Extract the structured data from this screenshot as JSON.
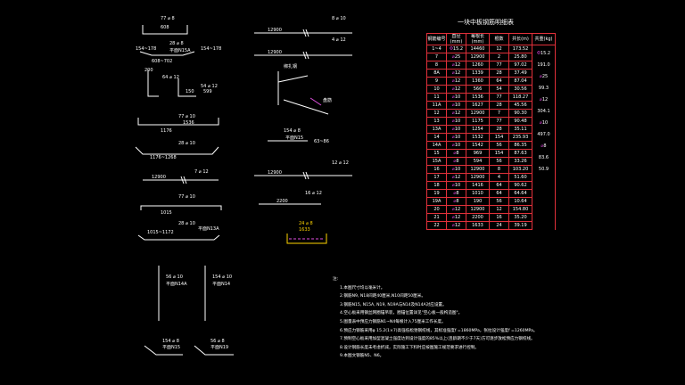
{
  "title": "一块中板钢筋明细表",
  "table": {
    "headers": [
      "钢筋编号",
      "直径(mm)",
      "每根长(mm)",
      "根数",
      "共长(m)",
      "共重(kg)"
    ],
    "rows": [
      [
        "1~4",
        "15.2",
        "14460",
        "12",
        "173.52"
      ],
      [
        "7",
        "25",
        "12900",
        "2",
        "25.80"
      ],
      [
        "8",
        "12",
        "1260",
        "77",
        "97.02"
      ],
      [
        "8A",
        "12",
        "1339",
        "28",
        "37.49"
      ],
      [
        "9",
        "12",
        "1360",
        "64",
        "87.04"
      ],
      [
        "10",
        "12",
        "566",
        "54",
        "30.56"
      ],
      [
        "11",
        "10",
        "1536",
        "77",
        "118.27"
      ],
      [
        "11A",
        "10",
        "1627",
        "28",
        "45.56"
      ],
      [
        "12",
        "12",
        "12900",
        "7",
        "90.30"
      ],
      [
        "13",
        "10",
        "1175",
        "77",
        "90.48"
      ],
      [
        "13A",
        "10",
        "1254",
        "28",
        "35.11"
      ],
      [
        "14",
        "10",
        "1532",
        "154",
        "235.93"
      ],
      [
        "14A",
        "10",
        "1542",
        "56",
        "86.35"
      ],
      [
        "15",
        "8",
        "969",
        "154",
        "87.63"
      ],
      [
        "15A",
        "8",
        "594",
        "56",
        "33.26"
      ],
      [
        "16",
        "10",
        "12900",
        "8",
        "103.20"
      ],
      [
        "17",
        "12",
        "12900",
        "4",
        "51.60"
      ],
      [
        "18",
        "10",
        "1416",
        "64",
        "90.62"
      ],
      [
        "19",
        "8",
        "1010",
        "64",
        "64.64"
      ],
      [
        "19A",
        "8",
        "190",
        "56",
        "10.64"
      ],
      [
        "20",
        "12",
        "12900",
        "12",
        "154.80"
      ],
      [
        "21",
        "12",
        "2200",
        "16",
        "35.20"
      ],
      [
        "22",
        "12",
        "1633",
        "24",
        "39.19"
      ]
    ],
    "weights": [
      {
        "mk": "Φ",
        "v": "15.2"
      },
      {
        "mk": "",
        "v": "191.0"
      },
      {
        "mk": "⌀",
        "v": "25"
      },
      {
        "mk": "",
        "v": "99.3"
      },
      {
        "mk": "⌀",
        "v": "12"
      },
      {
        "mk": "",
        "v": "304.1"
      },
      {
        "mk": "⌀",
        "v": "10"
      },
      {
        "mk": "",
        "v": "497.0"
      },
      {
        "mk": "⌀",
        "v": "8"
      },
      {
        "mk": "",
        "v": "83.6"
      },
      {
        "mk": "",
        "v": "50.9"
      }
    ]
  },
  "notes": {
    "heading": "注:",
    "items": [
      "1.本图尺寸均以毫米计。",
      "2.钢筋N9, N18间距40厘米,N10间距50厘米。",
      "3.钢筋N15, N15A, N19, N19A与N14及N14A对应设置。",
      "4.空心板采用钢丝网圈锚吊装，圈锚位置详见\"空心板一般构造图\"。",
      "5.图量表中预应力钢筋N1~N4每根计入75厘米工作长度。",
      "6.预应力钢筋采用φ 15.2(1×7)高强低松弛钢绞线，其标准强度f =1860MPa，张拉设计强度f =1260MPa。",
      "7.预制空心板采用加型混凝土强度达到设计强度的85%以上(且龄期不少于7天)方可逐步放松预应力钢绞线。",
      "8.设计钢筋长度未考虑折减，实际施工下料时应按图施工规范要求进行控制。",
      "9.本图文钢筋N5、N6。"
    ]
  },
  "drawing_labels": {
    "l1": "77 ⌀ 8",
    "l1b": "608",
    "l2": "28 ⌀ 8",
    "l2b": "平面N15A",
    "l2c": "154~178",
    "l2d": "608~702",
    "l2e": "154~178",
    "l3a": "200",
    "l3b": "64 ⌀ 12",
    "l3c": "54 ⌀ 12",
    "l3d": "599",
    "l3e": "150",
    "l4a": "77 ⌀ 10",
    "l4b": "1536",
    "l4c": "1176",
    "l5a": "28 ⌀ 10",
    "l5b": "1176~1268",
    "l6a": "7 ⌀ 12",
    "l6b": "12900",
    "l7a": "77 ⌀ 10",
    "l7b": "1015",
    "l7c": "28 ⌀ 10",
    "l7d": "1015~1172",
    "l7e": "平面N13A",
    "l8a": "56 ⌀ 10",
    "l8b": "154 ⌀ 10",
    "l8c": "平面N14",
    "l8d": "平面N14A",
    "l9a": "154 ⌀ 8",
    "l9b": "56 ⌀ 8",
    "l9c": "平面N15",
    "l9d": "平面N19",
    "r1a": "8 ⌀ 10",
    "r1b": "12900",
    "r2a": "4 ⌀ 12",
    "r2b": "12900",
    "r3a": "绑扎钢",
    "r3b": "盘筋",
    "r4a": "154 ⌀ 8",
    "r4b": "平面N15",
    "r4c": "63~86",
    "r5a": "12 ⌀ 12",
    "r5b": "12900",
    "r6a": "16 ⌀ 12",
    "r6b": "2200",
    "r7a": "24 ⌀ 8",
    "r7b": "1633"
  }
}
